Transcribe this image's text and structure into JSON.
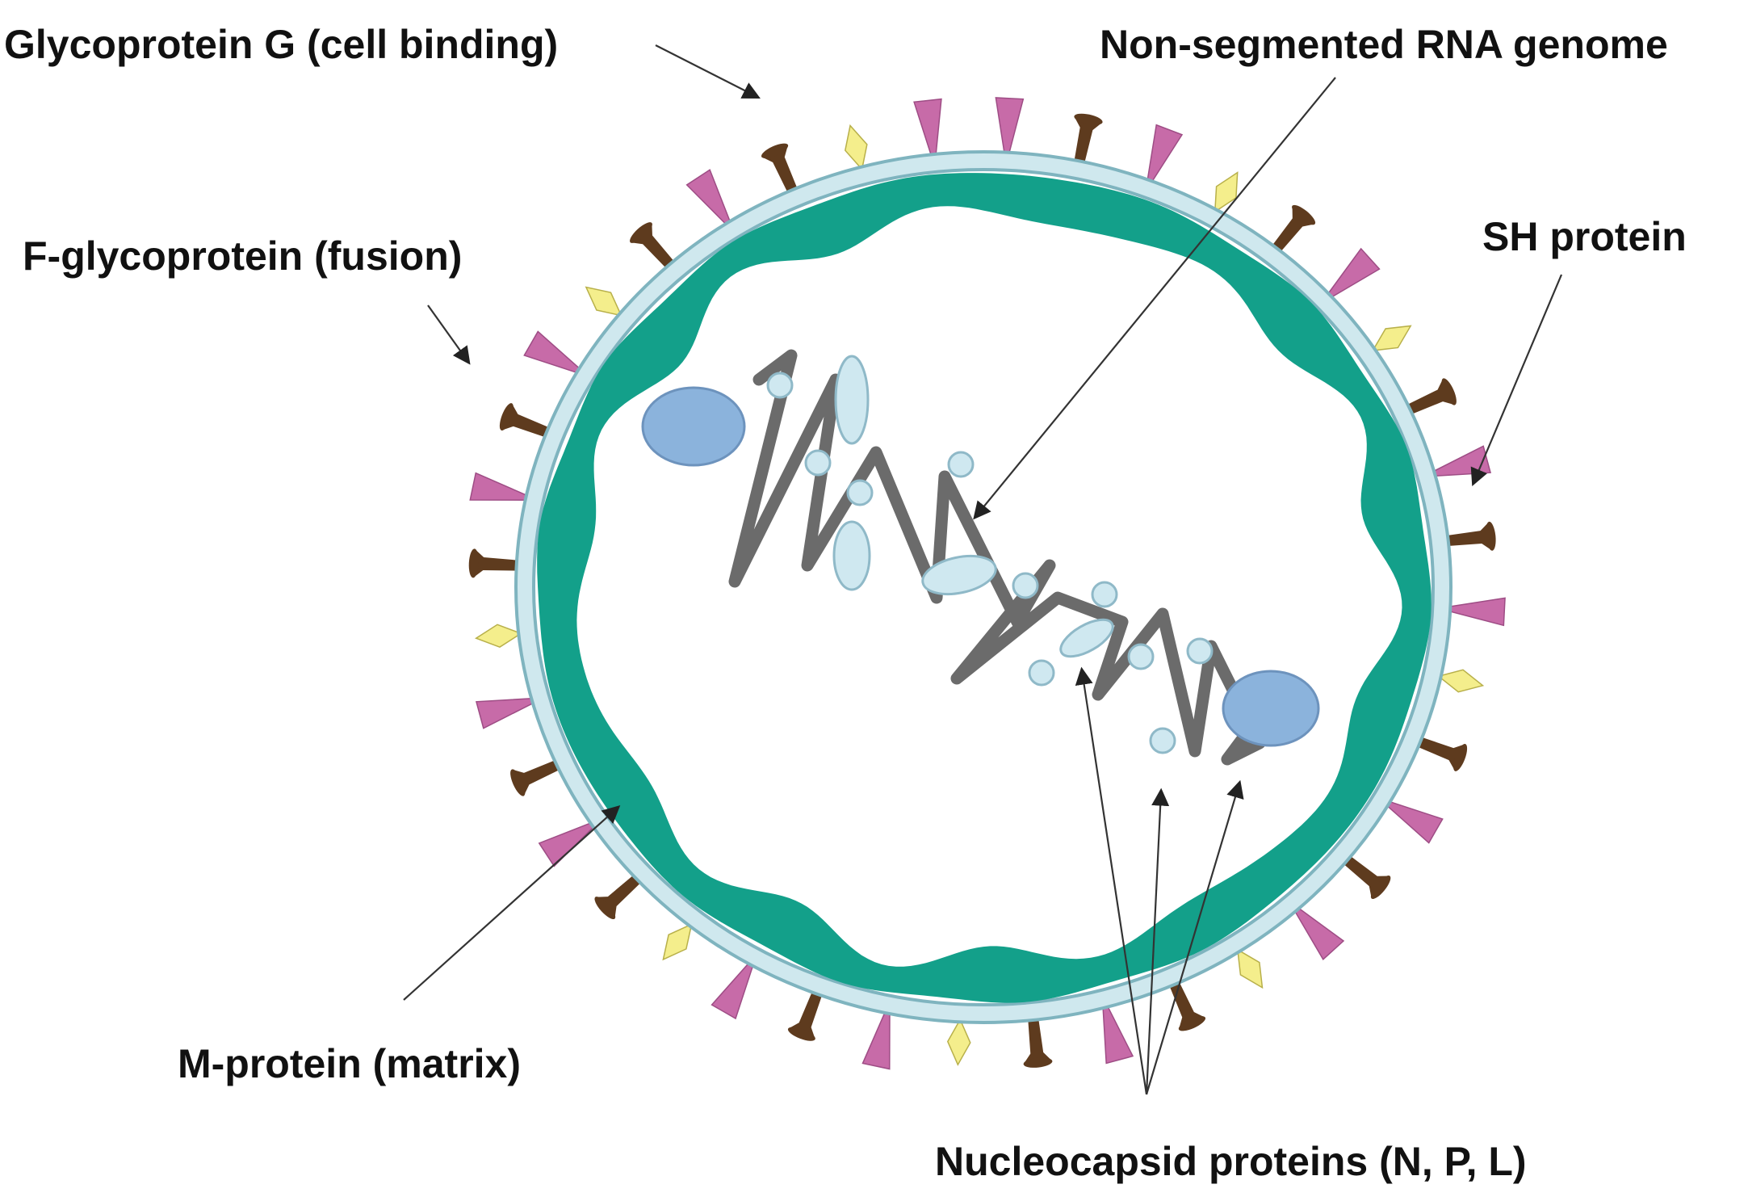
{
  "labels": {
    "glycoprotein_g": "Glycoprotein G (cell binding)",
    "rna_genome": "Non-segmented RNA genome",
    "f_glycoprotein": "F-glycoprotein (fusion)",
    "sh_protein": "SH protein",
    "m_protein": "M-protein (matrix)",
    "nucleocapsid": "Nucleocapsid proteins (N, P, L)"
  },
  "colors": {
    "matrix": "#13a08a",
    "envelope": "#bfe0e6",
    "envelope_edge": "#7fb4bf",
    "g_protein": "#c76ba8",
    "f_protein": "#5e3b1e",
    "sh_protein": "#f4ee8c",
    "rna": "#6b6b6b",
    "nucleocapsid_small": "#cfe8f0",
    "nucleocapsid_large": "#8bb3dc",
    "arrow": "#333333"
  },
  "icons": {
    "g_protein": "magenta-triangle-spike-icon",
    "f_protein": "brown-club-spike-icon",
    "sh_protein": "yellow-diamond-icon",
    "nucleocapsid_small": "light-blue-circle-icon",
    "nucleocapsid_large": "blue-ellipse-icon"
  }
}
